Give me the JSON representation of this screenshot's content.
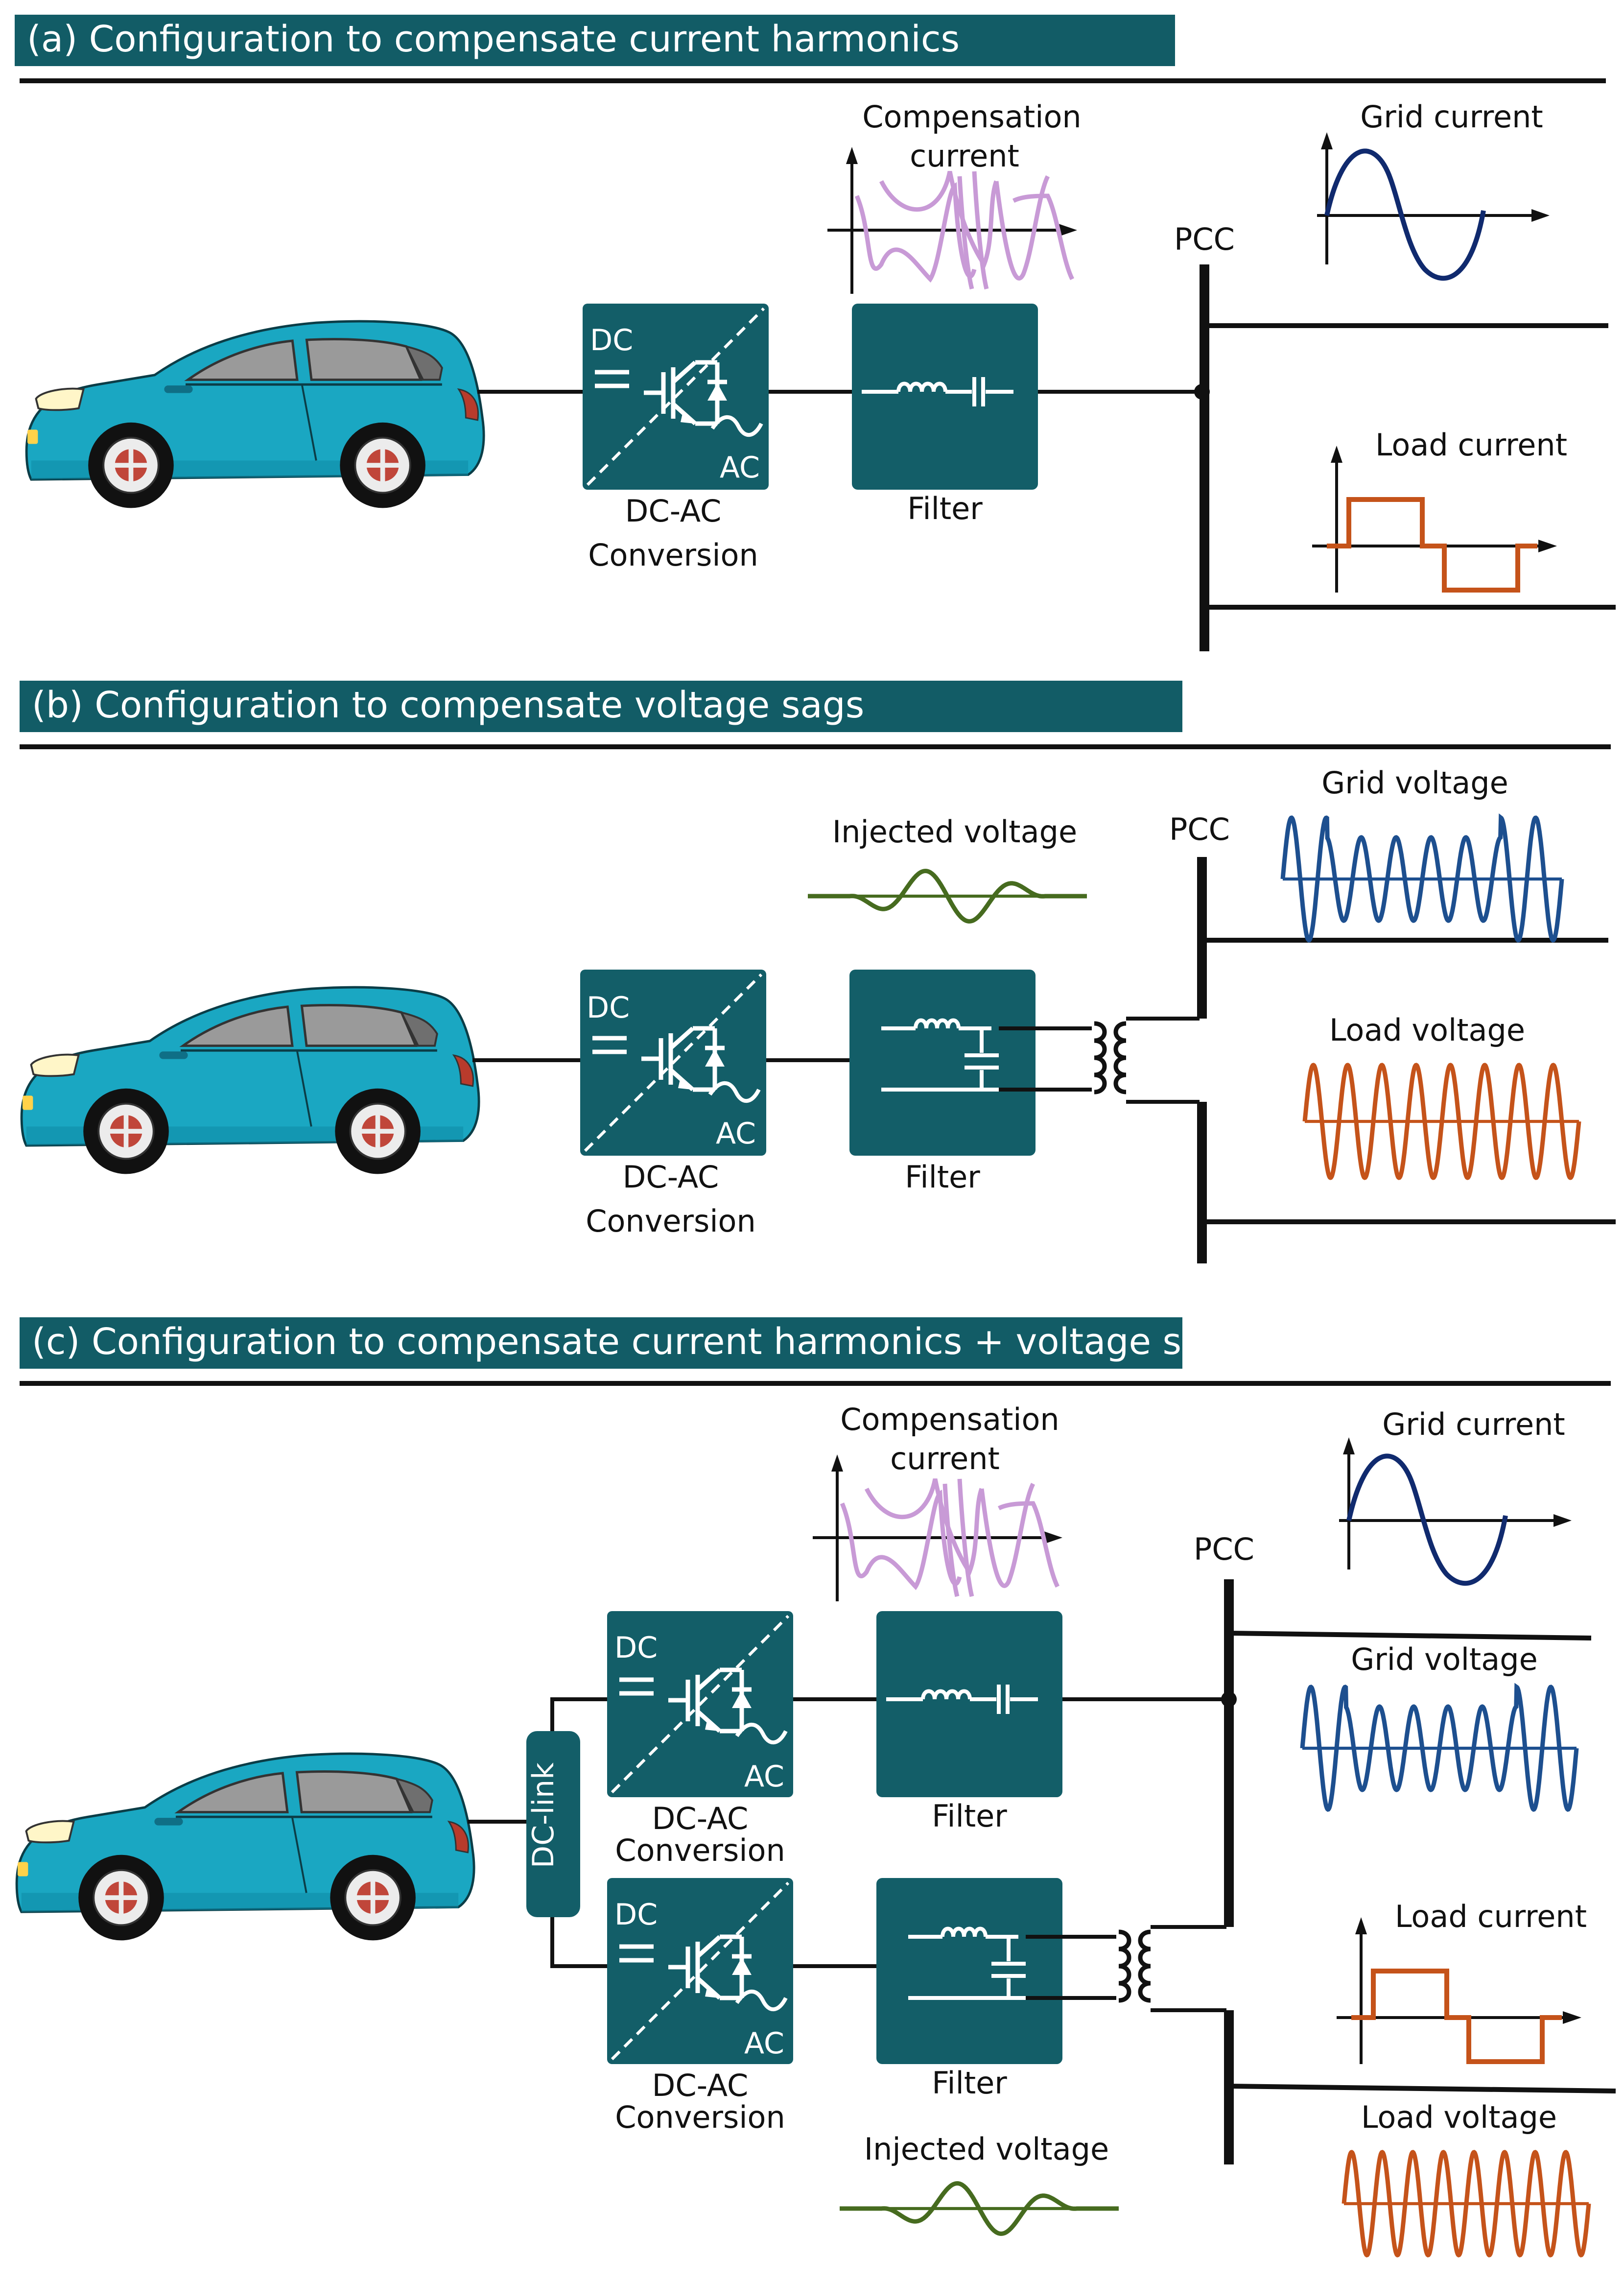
{
  "panels": {
    "a": {
      "header": "(a) Configuration to compensate current harmonics",
      "converter_dc": "DC",
      "converter_ac": "AC",
      "converter_label_1": "DC-AC",
      "converter_label_2": "Conversion",
      "filter_label": "Filter",
      "compensation_label_1": "Compensation",
      "compensation_label_2": "current",
      "pcc_label": "PCC",
      "grid_current_label": "Grid current",
      "load_current_label": "Load current"
    },
    "b": {
      "header": "(b) Configuration to compensate voltage sags",
      "converter_dc": "DC",
      "converter_ac": "AC",
      "converter_label_1": "DC-AC",
      "converter_label_2": "Conversion",
      "filter_label": "Filter",
      "injected_voltage_label": "Injected voltage",
      "pcc_label": "PCC",
      "grid_voltage_label": "Grid voltage",
      "load_voltage_label": "Load voltage"
    },
    "c": {
      "header": "(c) Configuration to compensate current harmonics + voltage sags",
      "dc_link_label": "DC-link",
      "converter_top_dc": "DC",
      "converter_top_ac": "AC",
      "converter_top_label_1": "DC-AC",
      "converter_top_label_2": "Conversion",
      "filter_top_label": "Filter",
      "converter_bottom_dc": "DC",
      "converter_bottom_ac": "AC",
      "converter_bottom_label_1": "DC-AC",
      "converter_bottom_label_2": "Conversion",
      "filter_bottom_label": "Filter",
      "compensation_label_1": "Compensation",
      "compensation_label_2": "current",
      "injected_voltage_label": "Injected voltage",
      "pcc_label": "PCC",
      "grid_current_label": "Grid current",
      "grid_voltage_label": "Grid voltage",
      "load_current_label": "Load current",
      "load_voltage_label": "Load voltage"
    }
  },
  "colors": {
    "header_bg": "#125c66",
    "block_bg": "#135e68",
    "car_body": "#1aa7c2",
    "compensation_wave": "#c89ad6",
    "grid_current_wave": "#102a6e",
    "load_current_wave": "#c5531a",
    "grid_voltage_wave": "#1d4f8f",
    "load_voltage_wave": "#c5531a",
    "injected_voltage_wave": "#466b1f"
  },
  "icons": [
    "car-icon",
    "igbt-converter-icon",
    "lc-filter-icon",
    "lcl-filter-icon",
    "transformer-icon"
  ]
}
